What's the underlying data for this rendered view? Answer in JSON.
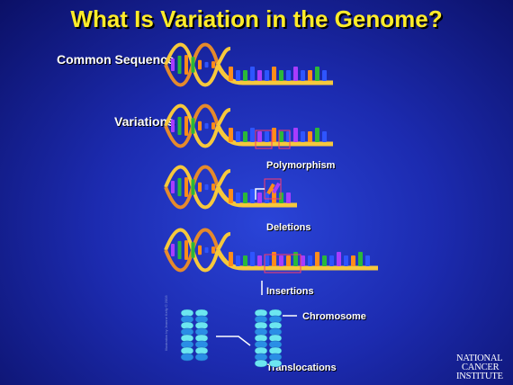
{
  "title": "What Is Variation in the Genome?",
  "labels": {
    "common_sequence": "Common Sequence",
    "variations": "Variations",
    "polymorphism": "Polymorphism",
    "deletions": "Deletions",
    "insertions": "Insertions",
    "chromosome": "Chromosome",
    "translocations": "Translocations"
  },
  "credit": "Illustration by Jeanne Kelly © 2003",
  "logo": {
    "line1": "NATIONAL",
    "line2": "CANCER",
    "line3": "INSTITUTE"
  },
  "colors": {
    "title": "#ffec2a",
    "backbone": "#f6c83c",
    "bases": [
      "#2e55ff",
      "#2ab83a",
      "#ff8c1a",
      "#a83cff"
    ],
    "highlight": "#ff3c6a",
    "chromosome_light": "#6ce6f0",
    "chromosome_dark": "#2a8ee6"
  }
}
